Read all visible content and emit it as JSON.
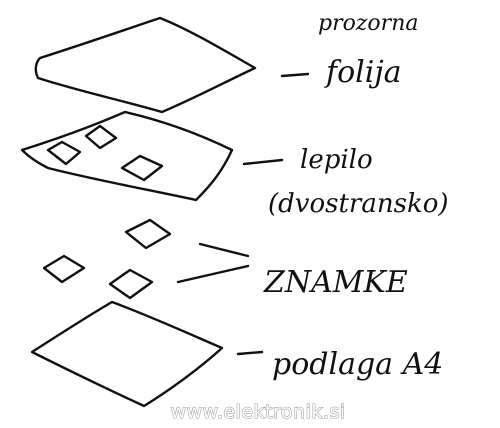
{
  "colors": {
    "ink": "#111111",
    "background": "#ffffff",
    "watermark_outline": "#9a9a9a"
  },
  "layers": [
    {
      "id": "protective-foil",
      "label_line1": "prozorna",
      "label_line2": "folija"
    },
    {
      "id": "adhesive",
      "label_line1": "lepilo",
      "label_line2": "(dvostransko)"
    },
    {
      "id": "stamps",
      "label_line1": "ZNAMKE",
      "label_line2": ""
    },
    {
      "id": "base",
      "label_line1": "podlaga A4",
      "label_line2": ""
    }
  ],
  "watermark": "www.elektronik.si"
}
